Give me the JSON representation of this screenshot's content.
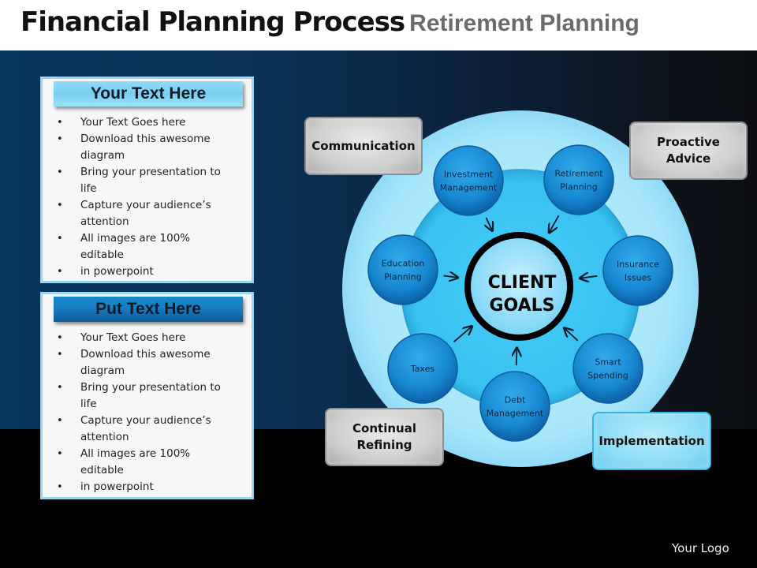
{
  "header": {
    "title": "Financial Planning Process",
    "subtitle": "Retirement Planning"
  },
  "text_boxes": [
    {
      "heading": "Your Text Here",
      "bullets": [
        [
          "Your Text Goes here"
        ],
        [
          "Download this awesome",
          "diagram"
        ],
        [
          "Bring your presentation to",
          "life"
        ],
        [
          "Capture your audience’s",
          "attention"
        ],
        [
          "All images are 100%",
          "editable"
        ],
        [
          "in powerpoint"
        ]
      ]
    },
    {
      "heading": "Put Text Here",
      "bullets": [
        [
          "Your Text Goes here"
        ],
        [
          "Download this awesome",
          "diagram"
        ],
        [
          "Bring your presentation to",
          "life"
        ],
        [
          "Capture your audience’s",
          "attention"
        ],
        [
          "All images are 100%",
          "editable"
        ],
        [
          "in powerpoint"
        ]
      ]
    }
  ],
  "diagram": {
    "center": {
      "line1": "CLIENT",
      "line2": "GOALS"
    },
    "satellites": [
      {
        "line1": "Investment",
        "line2": "Management"
      },
      {
        "line1": "Retirement",
        "line2": "Planning"
      },
      {
        "line1": "Education",
        "line2": "Planning"
      },
      {
        "line1": "Insurance",
        "line2": "Issues"
      },
      {
        "line1": "Taxes",
        "line2": ""
      },
      {
        "line1": "Smart",
        "line2": "Spending"
      },
      {
        "line1": "Debt",
        "line2": "Management"
      }
    ],
    "corner_labels": {
      "top_left": [
        "Communication"
      ],
      "top_right": [
        "Proactive",
        "Advice"
      ],
      "bottom_left": [
        "Continual",
        "Refining"
      ],
      "bottom_right": [
        "Implementation"
      ]
    },
    "colors": {
      "outer_ring": "#a6e6fb",
      "inner_ring": "#3cc6f4",
      "satellite": "#1a8fd6",
      "center_fill": "#a8e4fb",
      "center_stroke": "#000000"
    }
  },
  "footer": {
    "logo_text": "Your Logo"
  }
}
